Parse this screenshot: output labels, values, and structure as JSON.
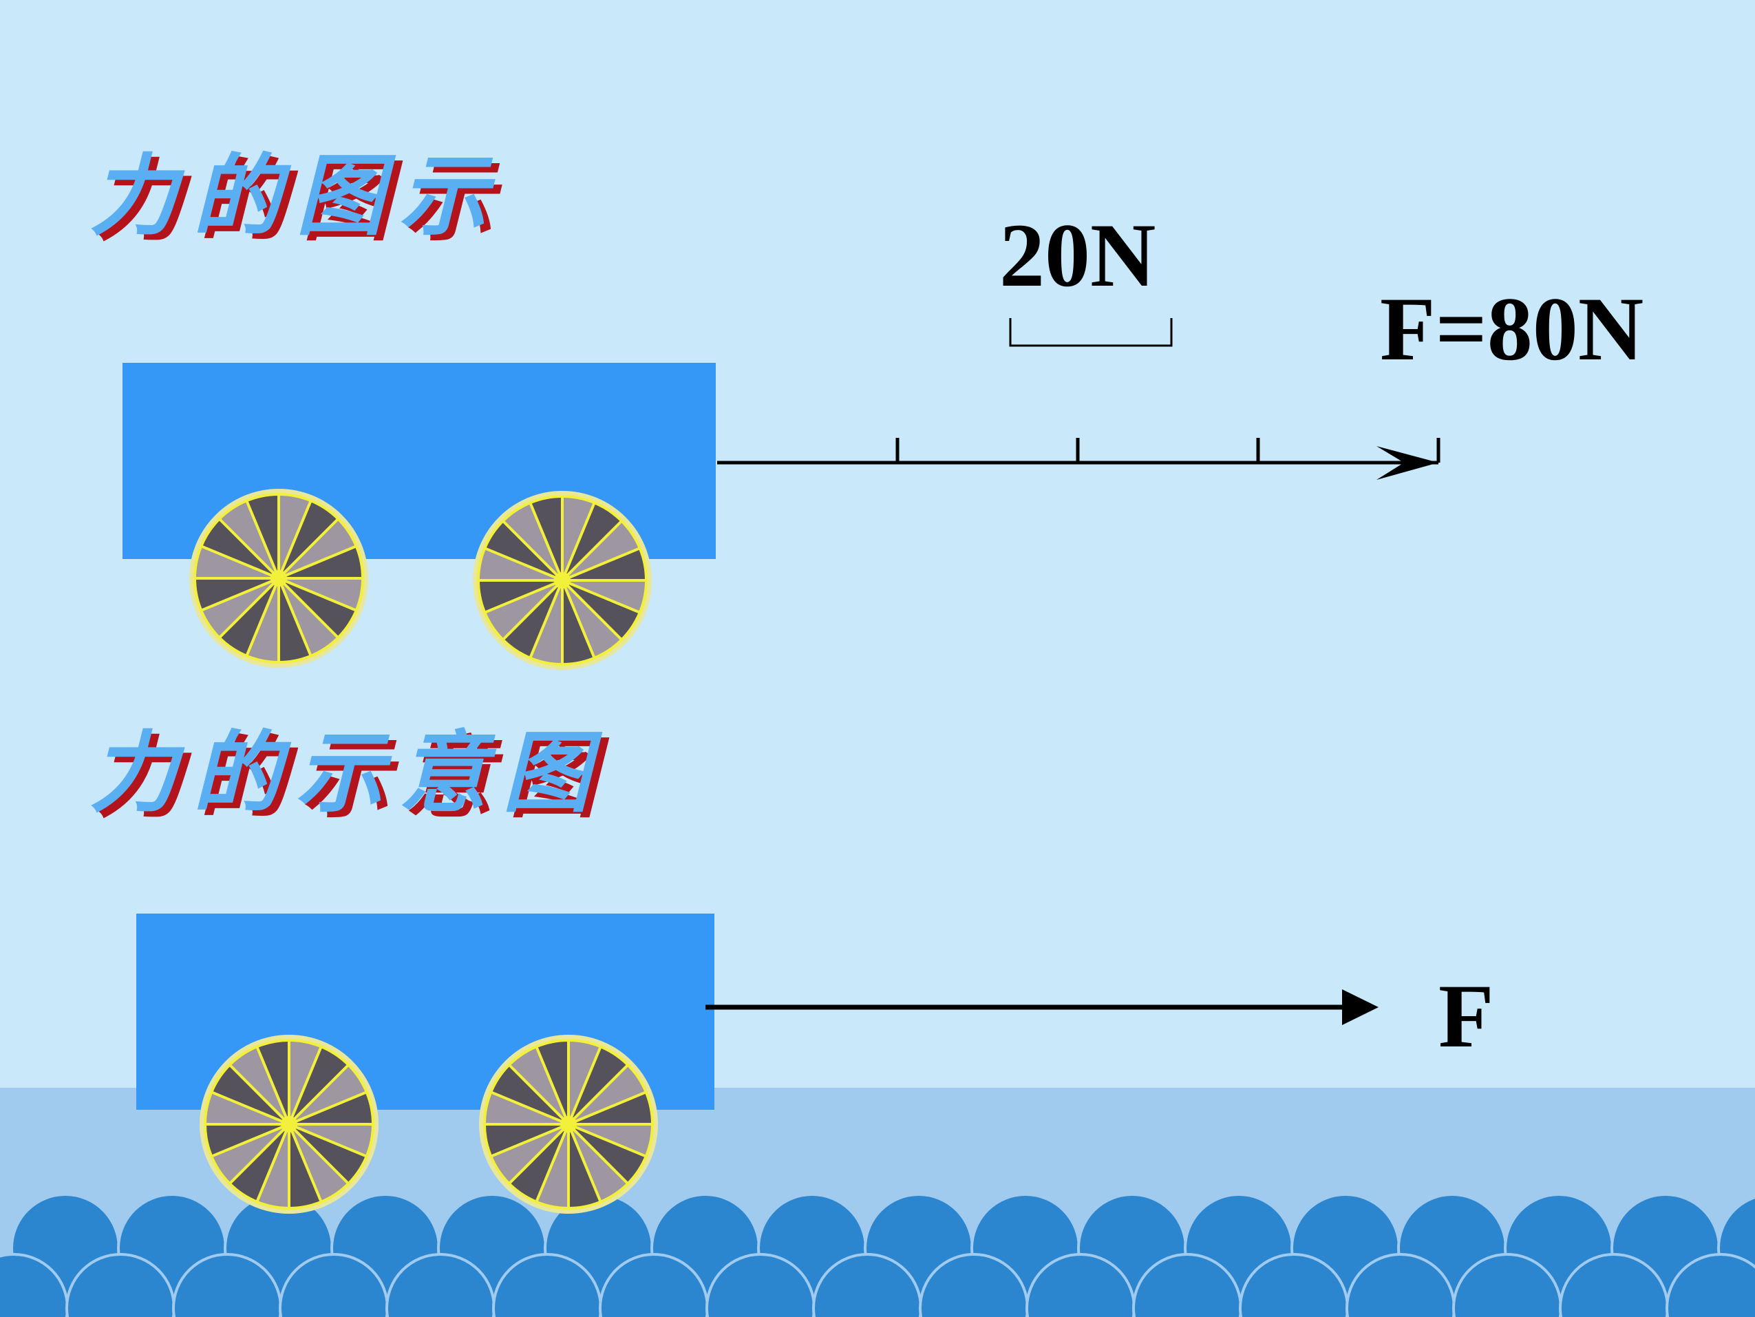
{
  "diagram": {
    "section_force_graphic": {
      "title": "力的图示",
      "scale_label": "20N",
      "force_label": "F=80N",
      "scale_divisions": 4
    },
    "section_force_sketch": {
      "title": "力的示意图",
      "force_label": "F"
    }
  },
  "colors": {
    "background": "#c9e8fa",
    "water_band": "#a0cbef",
    "waves": "#2b86cf",
    "cart_body": "#3698f6",
    "wheel_fill": "#9e97a2",
    "wheel_dark": "#56525c",
    "wheel_spoke": "#f2f03a",
    "heading_text": "#5aaef2",
    "heading_shadow": "#b3141b",
    "arrow": "#000000"
  },
  "icons": {
    "cart": "cart-icon",
    "wheel": "wheel-icon",
    "arrow": "arrow-icon"
  }
}
